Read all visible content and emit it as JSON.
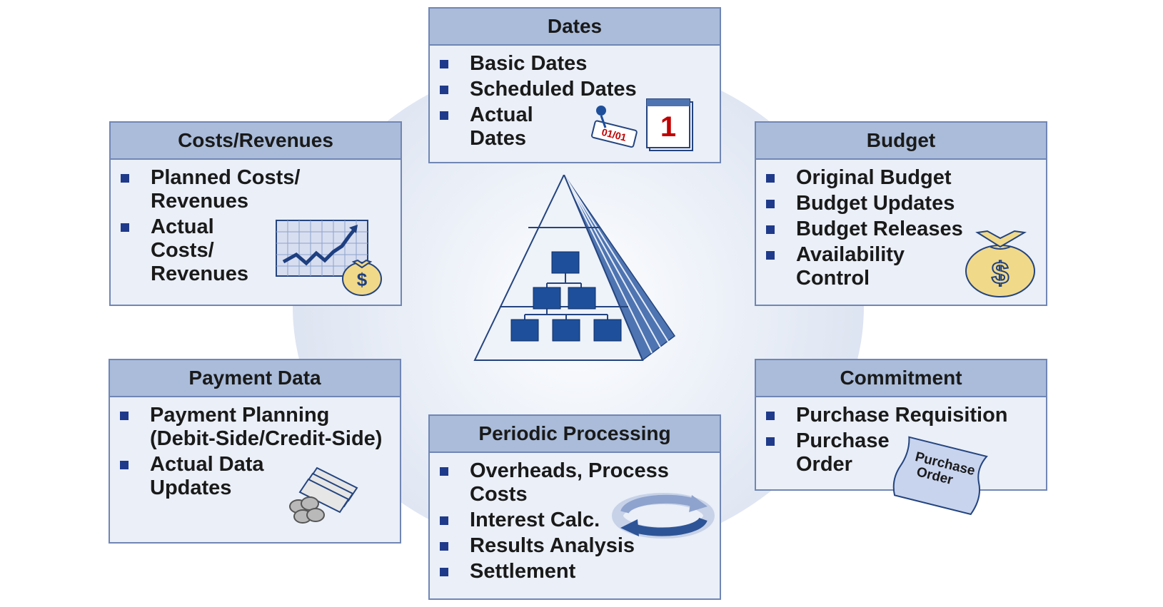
{
  "colors": {
    "box_fill": "#eaeff8",
    "header_fill": "#aabcda",
    "border": "#7086b4",
    "bullet": "#1f3a8a",
    "pyramid_node": "#1e4f9a"
  },
  "center": {
    "icon": "hierarchy-pyramid-icon"
  },
  "boxes": {
    "dates": {
      "title": "Dates",
      "items": [
        "Basic Dates",
        "Scheduled Dates",
        "Actual",
        "Dates"
      ],
      "icon": "calendar-icon",
      "pin_label": "01/01",
      "calendar_number": "1"
    },
    "costs": {
      "title": "Costs/Revenues",
      "items": [
        "Planned Costs/",
        "Revenues",
        "Actual",
        "Costs/",
        "Revenues"
      ],
      "icon": "chart-money-bag-icon",
      "currency_symbol": "$"
    },
    "budget": {
      "title": "Budget",
      "items": [
        "Original Budget",
        "Budget Updates",
        "Budget Releases",
        "Availability",
        "Control"
      ],
      "icon": "money-bag-icon",
      "currency_symbol": "$"
    },
    "payment": {
      "title": "Payment Data",
      "items": [
        "Payment Planning",
        "(Debit-Side/Credit-Side)",
        "Actual Data",
        "Updates"
      ],
      "icon": "cash-coins-icon"
    },
    "commitment": {
      "title": "Commitment",
      "items": [
        "Purchase Requisition",
        "Purchase",
        "Order"
      ],
      "icon": "document-icon",
      "doc_label_1": "Purchase",
      "doc_label_2": "Order"
    },
    "periodic": {
      "title": "Periodic Processing",
      "items": [
        "Overheads, Process",
        "Costs",
        "Interest Calc.",
        "Results Analysis",
        "Settlement"
      ],
      "icon": "cycle-arrows-icon"
    }
  }
}
